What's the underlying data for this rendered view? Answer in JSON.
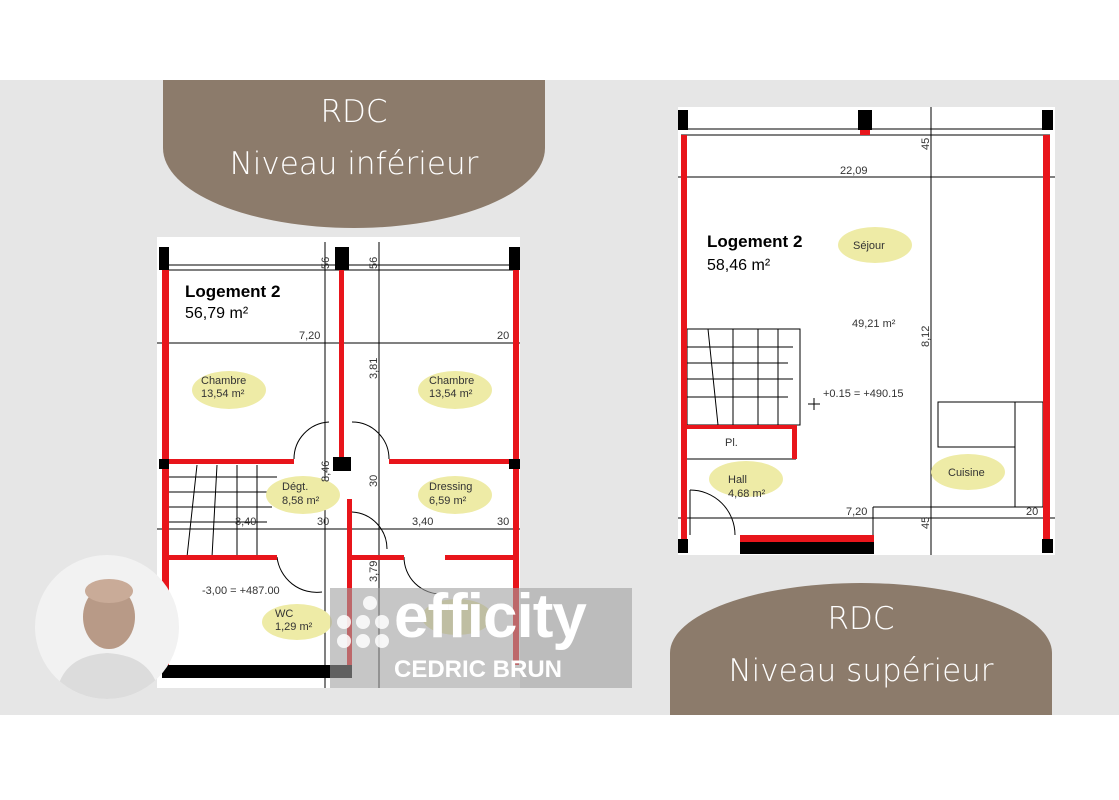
{
  "tags": {
    "lower": [
      "RDC",
      "Niveau inférieur"
    ],
    "upper": [
      "RDC",
      "Niveau supérieur"
    ]
  },
  "lower_plan": {
    "title": "Logement 2",
    "area": "56,79 m²",
    "rooms": [
      {
        "name": "Chambre",
        "area": "13,54 m²"
      },
      {
        "name": "Chambre",
        "area": "13,54 m²"
      },
      {
        "name": "Dégt.",
        "area": "8,58 m²"
      },
      {
        "name": "Dressing",
        "area": "6,59 m²"
      },
      {
        "name": "WC",
        "area": "1,29 m²"
      }
    ],
    "dims": [
      "56",
      "56",
      "7,20",
      "20",
      "3,81",
      "8,46",
      "30",
      "3,40",
      "30",
      "3,40",
      "30",
      "3,79"
    ],
    "level": "-3,00 = +487.00"
  },
  "upper_plan": {
    "title": "Logement 2",
    "area": "58,46 m²",
    "rooms": [
      {
        "name": "Séjour",
        "area": "49,21 m²"
      },
      {
        "name": "Hall",
        "area": "4,68 m²"
      },
      {
        "name": "Cuisine"
      },
      {
        "name": "Pl."
      }
    ],
    "dims": [
      "45",
      "22,09",
      "8,12",
      "45",
      "7,20",
      "20"
    ],
    "level": "+0.15 = +490.15"
  },
  "watermark": {
    "brand": "efficity",
    "agent": "CEDRIC BRUN"
  },
  "colors": {
    "brown": "#8c7b6b",
    "wall": "#e8151b",
    "label": "#eeeba6"
  }
}
